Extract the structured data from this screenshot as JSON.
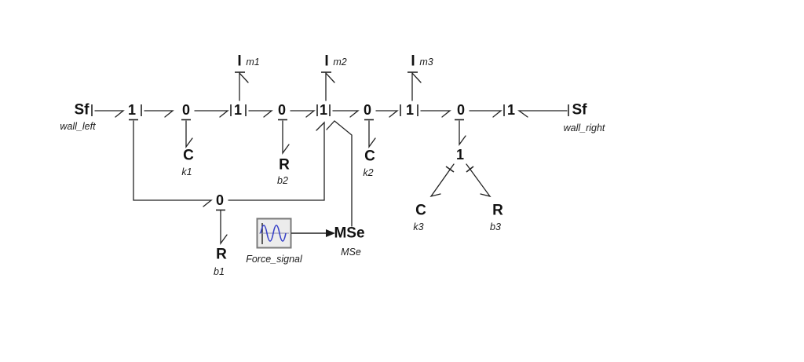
{
  "app": {
    "view": "bond-graph-model"
  },
  "colors": {
    "line": "#222222",
    "text": "#111111",
    "signal_wave": "#3640c8",
    "block_fill": "#ececec",
    "block_border": "#7a7a7a",
    "background": "#ffffff"
  },
  "junctions": {
    "j1_left": "1",
    "j0_k1": "0",
    "j1_m1": "1",
    "j0_b2": "0",
    "j1_m2": "1",
    "j0_k2": "0",
    "j1_m3": "1",
    "j0_right": "0",
    "j1_right": "1",
    "j1_k3b3": "1",
    "j0_lower": "0"
  },
  "elements": {
    "sf_left": {
      "label": "Sf",
      "name": "wall_left"
    },
    "sf_right": {
      "label": "Sf",
      "name": "wall_right"
    },
    "i_m1": {
      "label": "I",
      "name": "m1"
    },
    "i_m2": {
      "label": "I",
      "name": "m2"
    },
    "i_m3": {
      "label": "I",
      "name": "m3"
    },
    "c_k1": {
      "label": "C",
      "name": "k1"
    },
    "r_b2": {
      "label": "R",
      "name": "b2"
    },
    "c_k2": {
      "label": "C",
      "name": "k2"
    },
    "c_k3": {
      "label": "C",
      "name": "k3"
    },
    "r_b3": {
      "label": "R",
      "name": "b3"
    },
    "r_b1": {
      "label": "R",
      "name": "b1"
    },
    "mse": {
      "label": "MSe",
      "name": "MSe"
    },
    "force_signal": {
      "name": "Force_signal"
    }
  }
}
